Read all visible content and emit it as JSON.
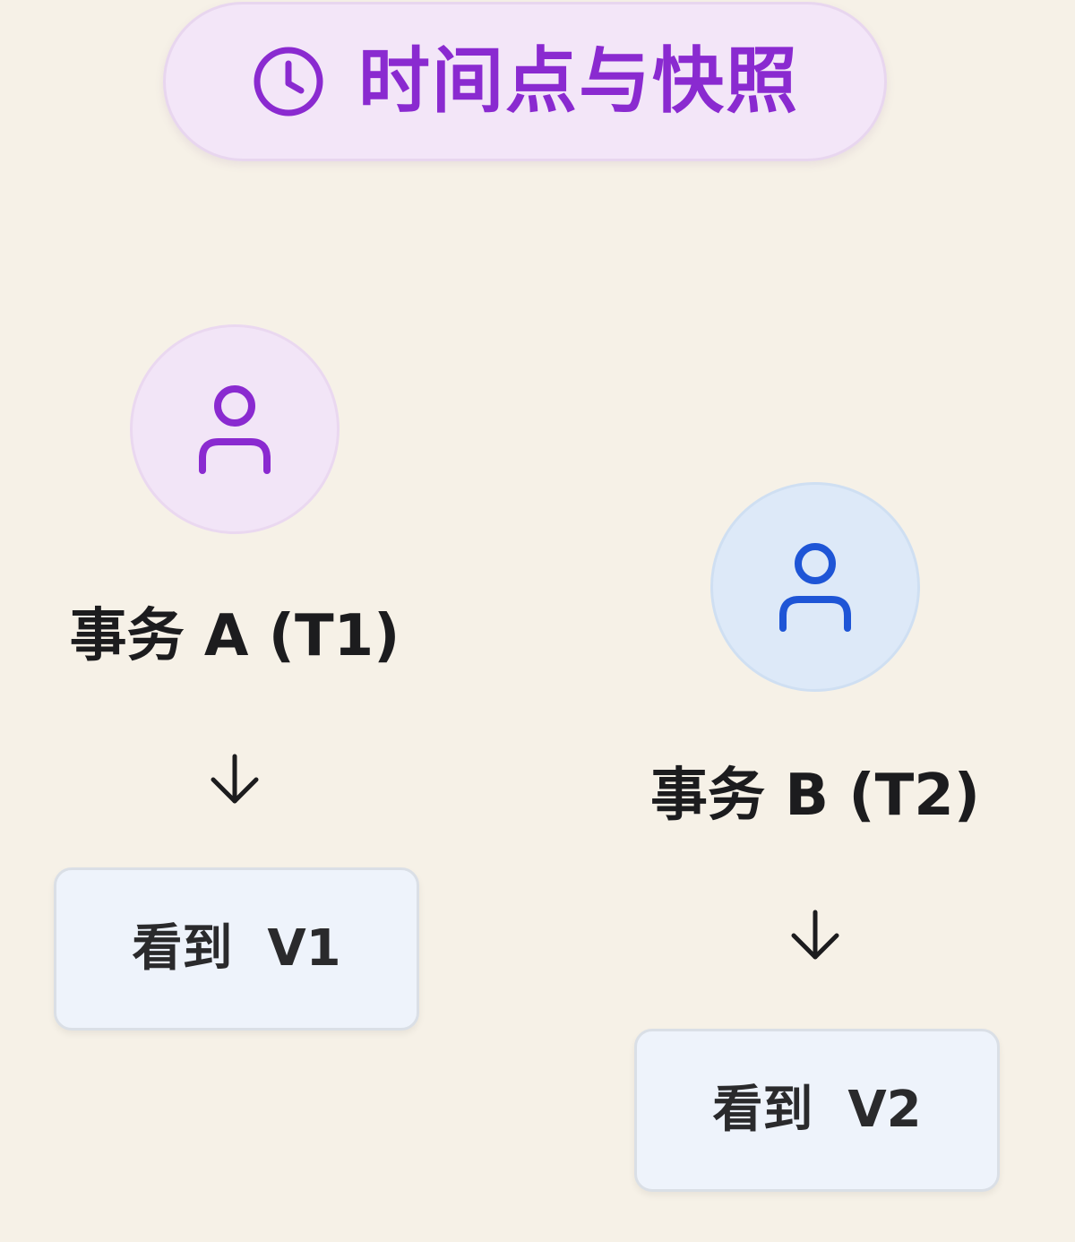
{
  "header": {
    "title": "时间点与快照",
    "icon": "clock-icon",
    "accent_color": "#8a2ad0"
  },
  "transactions": [
    {
      "label": "事务 A (T1)",
      "icon": "user-icon",
      "icon_color": "#8a2ad0",
      "result": "看到  V1"
    },
    {
      "label": "事务 B (T2)",
      "icon": "user-icon",
      "icon_color": "#1e55d6",
      "result": "看到  V2"
    }
  ]
}
